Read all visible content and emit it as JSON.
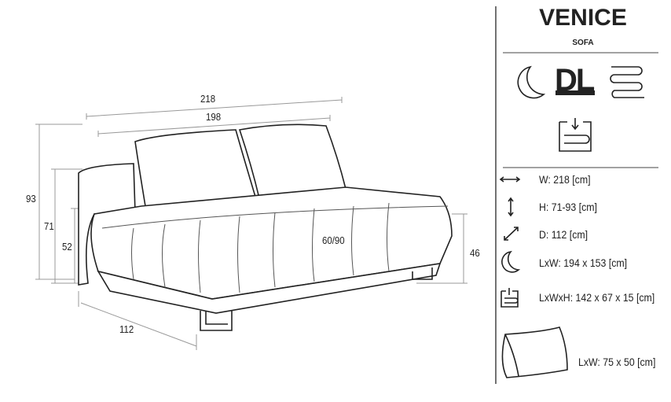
{
  "header": {
    "title": "VENICE",
    "subtitle": "SOFA"
  },
  "badges": {
    "dl": "DL"
  },
  "dimensions": {
    "overall_width": "218",
    "inner_width": "198",
    "max_height": "93",
    "back_height": "71",
    "arm_height": "52",
    "seat_height": "46",
    "depth": "112",
    "backrest_angle": "60/90"
  },
  "specs": [
    {
      "icon": "horizontal-arrow-icon",
      "text": "W: 218 [cm]"
    },
    {
      "icon": "vertical-arrow-icon",
      "text": "H: 71-93 [cm]"
    },
    {
      "icon": "diagonal-arrow-icon",
      "text": "D: 112 [cm]"
    },
    {
      "icon": "moon-icon",
      "text": "LxW: 194 x 153 [cm]"
    },
    {
      "icon": "storage-icon",
      "text": "LxWxH: 142 x 67 x 15 [cm]"
    }
  ],
  "cushion": {
    "icon": "cushion-icon",
    "text": "LxW: 75 x 50 [cm]"
  },
  "colors": {
    "line": "#222222",
    "dim": "#888888"
  }
}
